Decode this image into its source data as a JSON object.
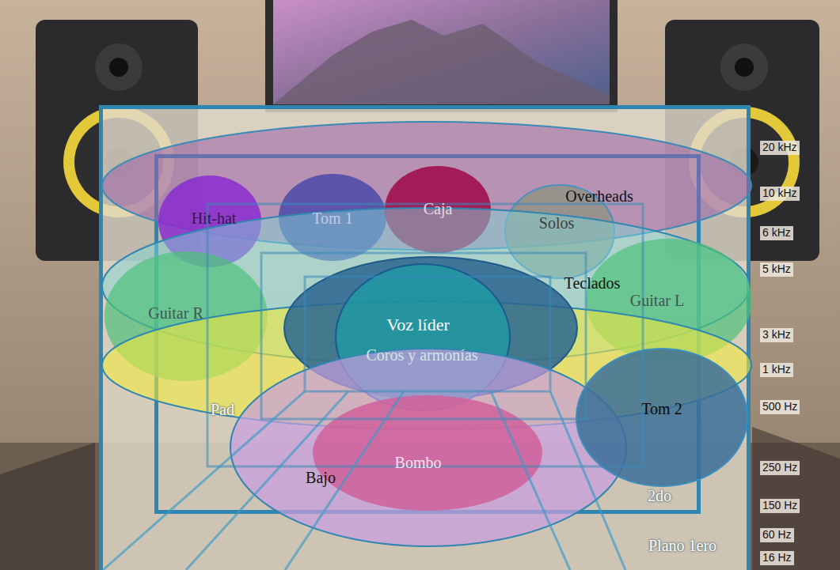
{
  "diagram": {
    "nodes": [
      {
        "text": [
          "Plano 1ero"
        ]
      },
      {
        "text": [
          "2do"
        ],
        "in": 0
      },
      {
        "text": [
          "Overheads"
        ],
        "in": 0
      },
      {
        "text": [
          "Hit-hat"
        ],
        "in": 0
      },
      {
        "text": [
          "Tom 1"
        ],
        "in": 0
      },
      {
        "text": [
          "Caja"
        ],
        "in": 0
      },
      {
        "text": [
          "Solos"
        ],
        "in": 0
      },
      {
        "text": [
          "Teclados"
        ],
        "in": 0
      },
      {
        "text": [
          "Guitar R"
        ],
        "in": 0
      },
      {
        "text": [
          "Guitar L"
        ],
        "in": 0
      },
      {
        "text": [
          "Pad"
        ],
        "in": 0
      },
      {
        "text": [
          "Coros y armonías"
        ],
        "in": 0
      },
      {
        "text": [
          "Voz líder"
        ],
        "in": 11
      },
      {
        "text": [
          "Bajo"
        ],
        "in": 0
      },
      {
        "text": [
          "Bombo"
        ],
        "in": 0
      },
      {
        "text": [
          "Tom 2"
        ],
        "in": 0
      }
    ],
    "labels": [
      "20 kHz",
      "10 kHz",
      "6 kHz",
      "5 kHz",
      "3 kHz",
      "1 kHz",
      "500 Hz",
      "250 Hz",
      "150 Hz",
      "60 Hz",
      "16 Hz"
    ]
  }
}
